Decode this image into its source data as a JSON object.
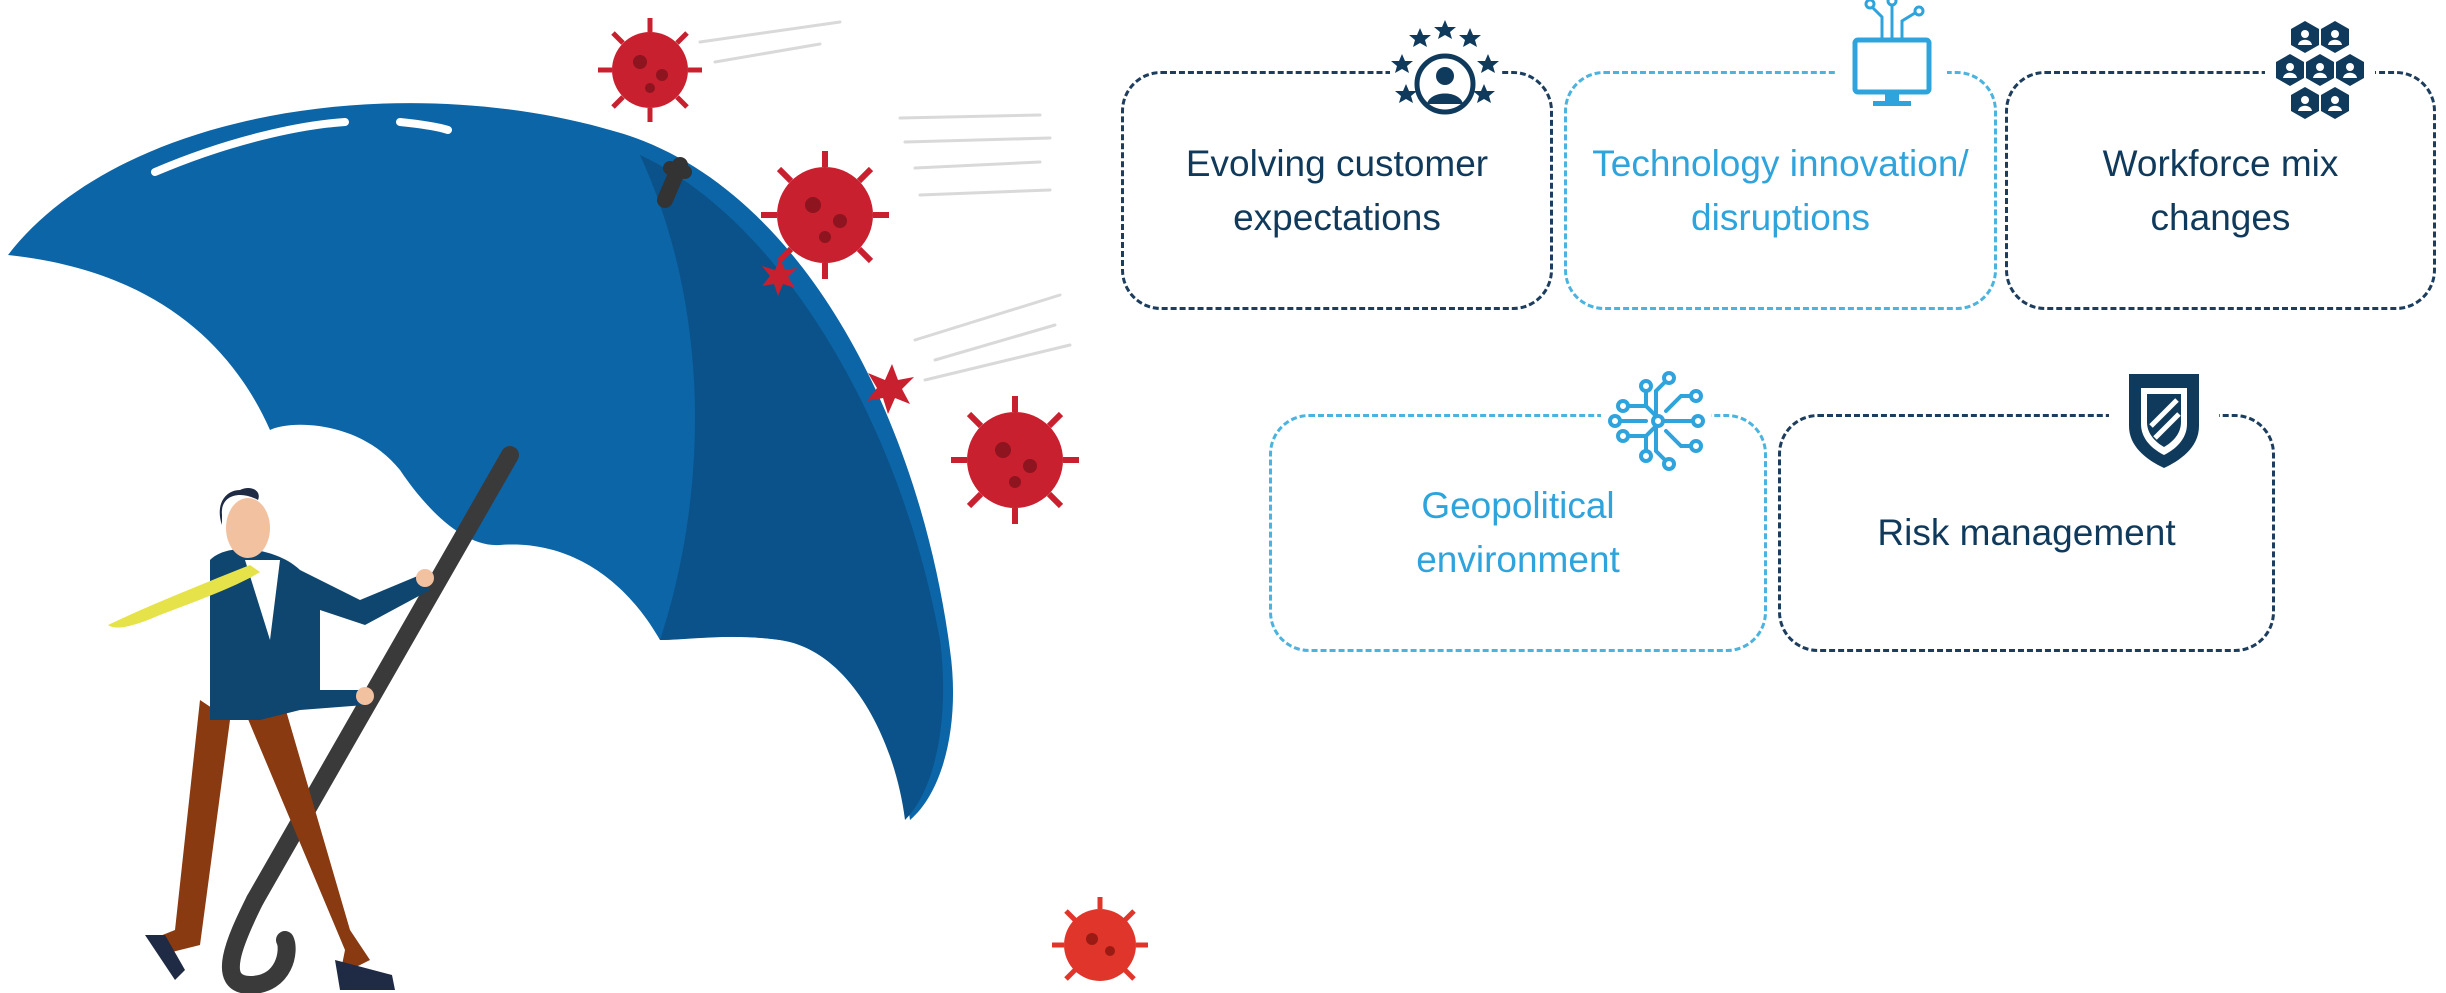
{
  "factors": [
    {
      "label": "Evolving customer\nexpectations",
      "icon": "customer-rating-icon",
      "style": "dark"
    },
    {
      "label": "Technology innovation/\ndisruptions",
      "icon": "computer-circuit-icon",
      "style": "light"
    },
    {
      "label": "Workforce mix\nchanges",
      "icon": "workforce-network-icon",
      "style": "dark"
    },
    {
      "label": "Geopolitical\nenvironment",
      "icon": "network-nodes-icon",
      "style": "light"
    },
    {
      "label": "Risk management",
      "icon": "shield-icon",
      "style": "dark"
    }
  ],
  "colors": {
    "dark": "#103a5c",
    "light": "#2fa4dc",
    "umbrella": "#0b5f9c",
    "virus": "#c8202f"
  },
  "illustration": {
    "subject": "businessman-with-umbrella",
    "threats": "virus-icon"
  }
}
